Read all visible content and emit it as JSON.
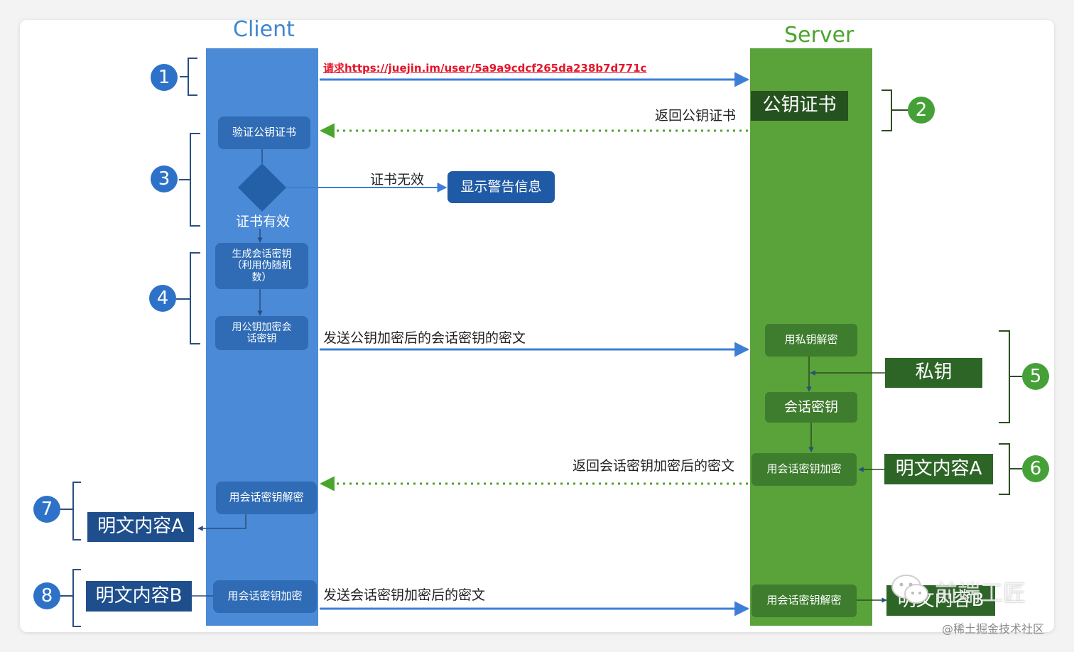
{
  "lanes": {
    "client": "Client",
    "server": "Server"
  },
  "steps": [
    "1",
    "2",
    "3",
    "4",
    "5",
    "6",
    "7",
    "8"
  ],
  "messages": {
    "request": "请求https://juejin.im/user/5a9a9cdcf265da238b7d771c",
    "return_cert": "返回公钥证书",
    "cert_invalid": "证书无效",
    "send_encrypted_key": "发送公钥加密后的会话密钥的密文",
    "return_encrypted_content": "返回会话密钥加密后的密文",
    "send_encrypted_content": "发送会话密钥加密后的密文"
  },
  "client_nodes": {
    "verify_cert": "验证公钥证书",
    "cert_valid": "证书有效",
    "gen_key_lines": [
      "生成会话密钥",
      "（利用伪随机",
      "数）"
    ],
    "encrypt_key_lines": [
      "用公钥加密会",
      "话密钥"
    ],
    "decrypt_content": "用会话密钥解密",
    "encrypt_content": "用会话密钥加密",
    "plain_a": "明文内容A",
    "plain_b": "明文内容B"
  },
  "server_nodes": {
    "public_cert": "公钥证书",
    "decrypt_private": "用私钥解密",
    "private_key": "私钥",
    "session_key": "会话密钥",
    "encrypt_content": "用会话密钥加密",
    "plain_a": "明文内容A",
    "decrypt_content": "用会话密钥解密",
    "plain_b": "明文内容B"
  },
  "warning": "显示警告信息",
  "watermark": {
    "brand": "前端工匠",
    "site": "@稀土掘金技术社区"
  },
  "colors": {
    "client": "#4a8ad6",
    "server": "#5aa23a",
    "arrow": "#3d7fd6",
    "dotted": "#4aa52c",
    "request_text": "#e5162a"
  }
}
